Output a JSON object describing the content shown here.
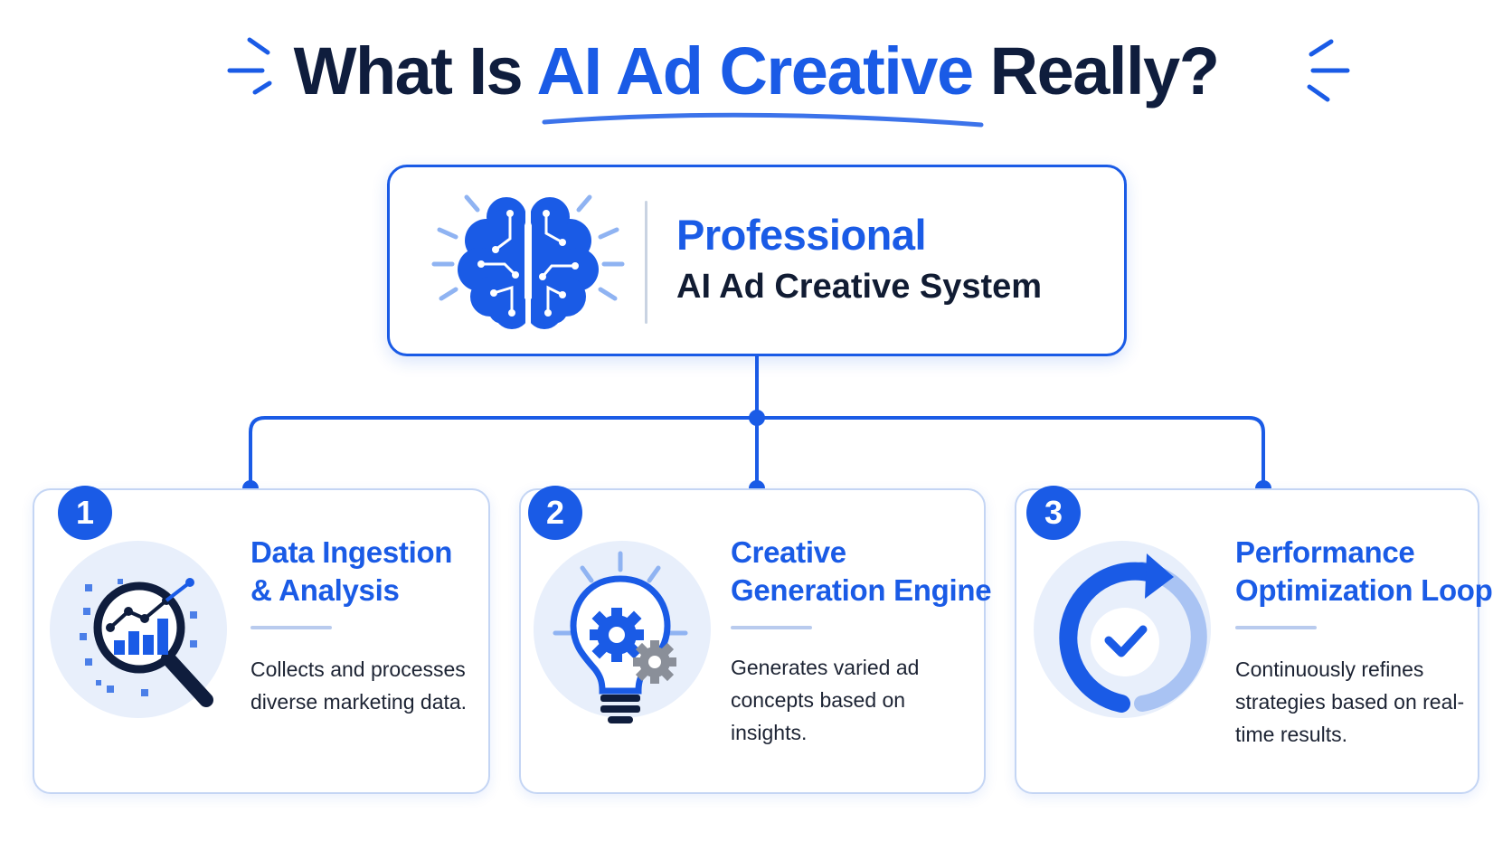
{
  "title": {
    "prefix": "What Is ",
    "highlight": "AI Ad Creative",
    "suffix": " Really?"
  },
  "system": {
    "title": "Professional",
    "subtitle": "AI Ad Creative System",
    "icon": "brain-circuit-icon"
  },
  "cards": [
    {
      "number": "1",
      "title_line1": "Data Ingestion",
      "title_line2": "& Analysis",
      "desc": "Collects and processes diverse marketing data.",
      "icon": "magnifier-chart-icon"
    },
    {
      "number": "2",
      "title_line1": "Creative",
      "title_line2": "Generation Engine",
      "desc": "Generates varied ad concepts based on insights.",
      "icon": "lightbulb-gear-icon"
    },
    {
      "number": "3",
      "title_line1": "Performance",
      "title_line2": "Optimization Loop",
      "desc": "Continuously refines strategies based on real-time results.",
      "icon": "refresh-check-icon"
    }
  ],
  "colors": {
    "primary": "#1a5be6",
    "dark": "#0f1d3d",
    "card_border": "#c4d5f4",
    "icon_bg": "#e8effb"
  }
}
